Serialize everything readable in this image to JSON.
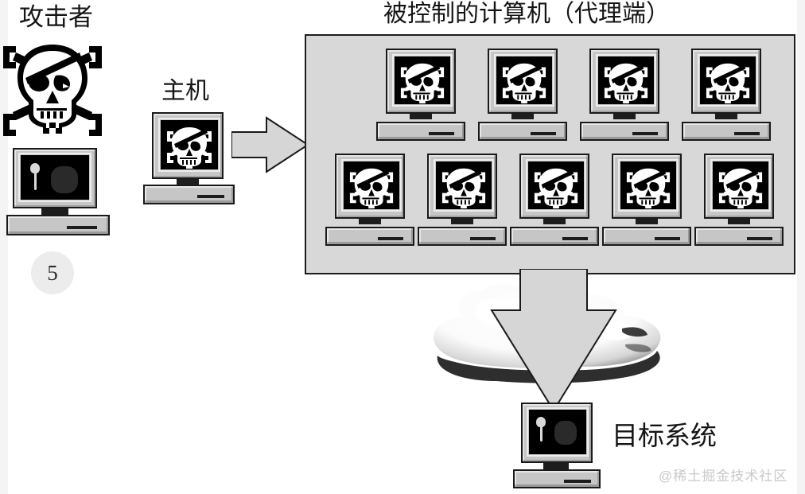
{
  "diagram": {
    "title": "被控制的计算机（代理端）",
    "background_color": "#ffffff",
    "panel_color": "#d8d8d8",
    "stroke_color": "#1a1a1a"
  },
  "labels": {
    "attacker": "攻击者",
    "host": "主机",
    "zombies": "被控制的计算机（代理端）",
    "target": "目标系统"
  },
  "badge": {
    "number": "5"
  },
  "watermark": {
    "text": "@稀土掘金技术社区",
    "color": "#c9c9c9"
  },
  "nodes": {
    "attacker_icon": "skull-and-crossbones-icon",
    "attacker_computer": "attacker-computer-icon",
    "host_computer": "host-computer-icon",
    "target_computer": "target-computer-icon",
    "cloud": "network-cloud-icon",
    "arrow_right": "arrow-right-icon",
    "arrow_down": "arrow-down-icon"
  },
  "zombies": {
    "row1_count": 4,
    "row2_count": 5,
    "total": 9,
    "icon": "skull-screen-computer-icon",
    "row1": [
      {
        "id": "zombie-1"
      },
      {
        "id": "zombie-2"
      },
      {
        "id": "zombie-3"
      },
      {
        "id": "zombie-4"
      }
    ],
    "row2": [
      {
        "id": "zombie-5"
      },
      {
        "id": "zombie-6"
      },
      {
        "id": "zombie-7"
      },
      {
        "id": "zombie-8"
      },
      {
        "id": "zombie-9"
      }
    ]
  }
}
